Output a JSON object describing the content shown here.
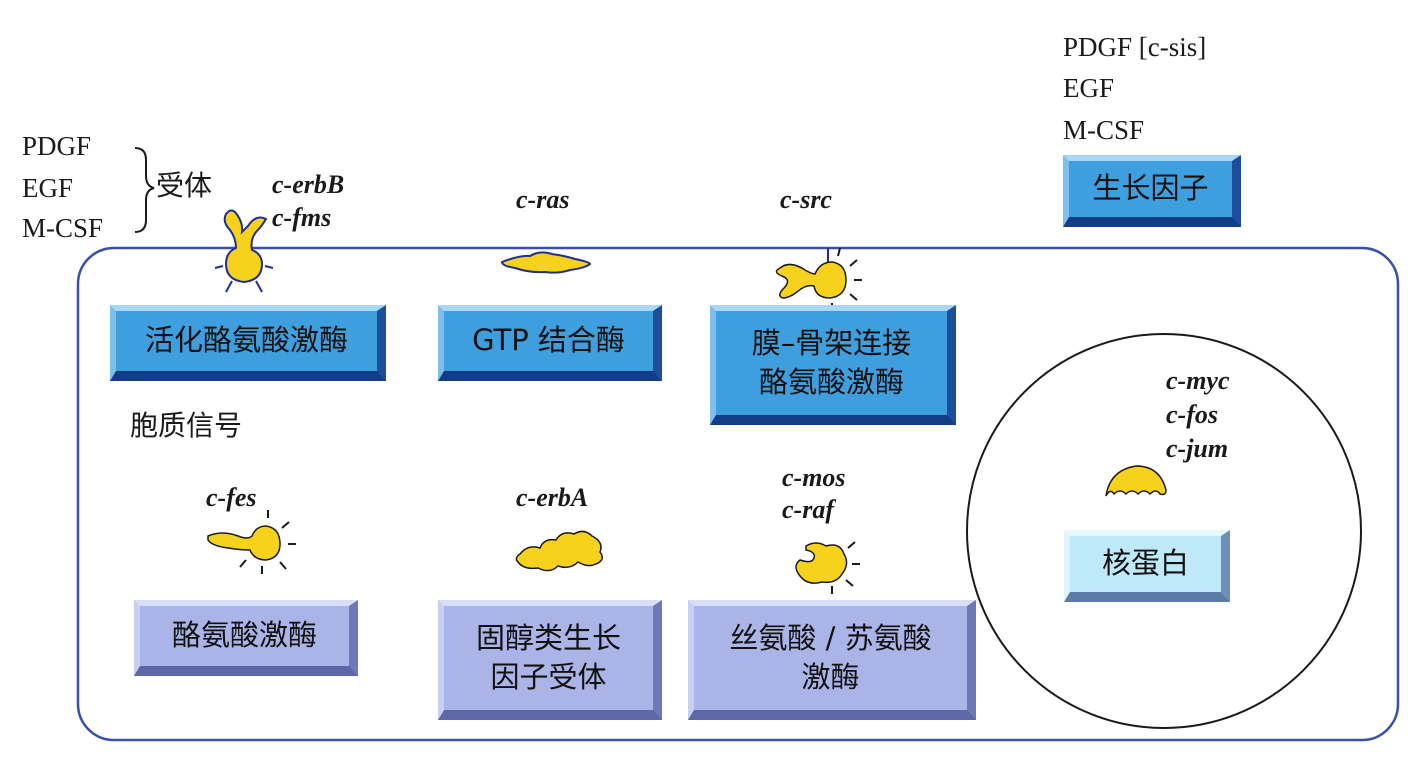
{
  "ligands_top_right": {
    "line1": "PDGF [c-sis]",
    "line2": "EGF",
    "line3": "M-CSF",
    "box": "生长因子"
  },
  "receptor_ligands": {
    "line1": "PDGF",
    "line2": "EGF",
    "line3": "M-CSF",
    "receptor_label": "受体"
  },
  "genes": {
    "erbB": "c-erbB",
    "fms": "c-fms",
    "ras": "c-ras",
    "src": "c-src",
    "fes": "c-fes",
    "erbA": "c-erbA",
    "mos": "c-mos",
    "raf": "c-raf",
    "myc": "c-myc",
    "fos": "c-fos",
    "jum": "c-jum"
  },
  "boxes": {
    "receptor_tk": "活化酪氨酸激酶",
    "gtp": "GTP 结合酶",
    "membrane_line1": "膜–骨架连接",
    "membrane_line2": "酪氨酸激酶",
    "tyrosine_kinase": "酪氨酸激酶",
    "steroid_line1": "固醇类生长",
    "steroid_line2": "因子受体",
    "serine_line1": "丝氨酸 / 苏氨酸",
    "serine_line2": "激酶",
    "nuclear": "核蛋白"
  },
  "cytoplasm_label": "胞质信号",
  "colors": {
    "cell_outline": "#3a4fa8",
    "protein_fill": "#f7d21c",
    "protein_stroke": "#1f2f8f",
    "nucleus_outline": "#1a1a1a"
  }
}
